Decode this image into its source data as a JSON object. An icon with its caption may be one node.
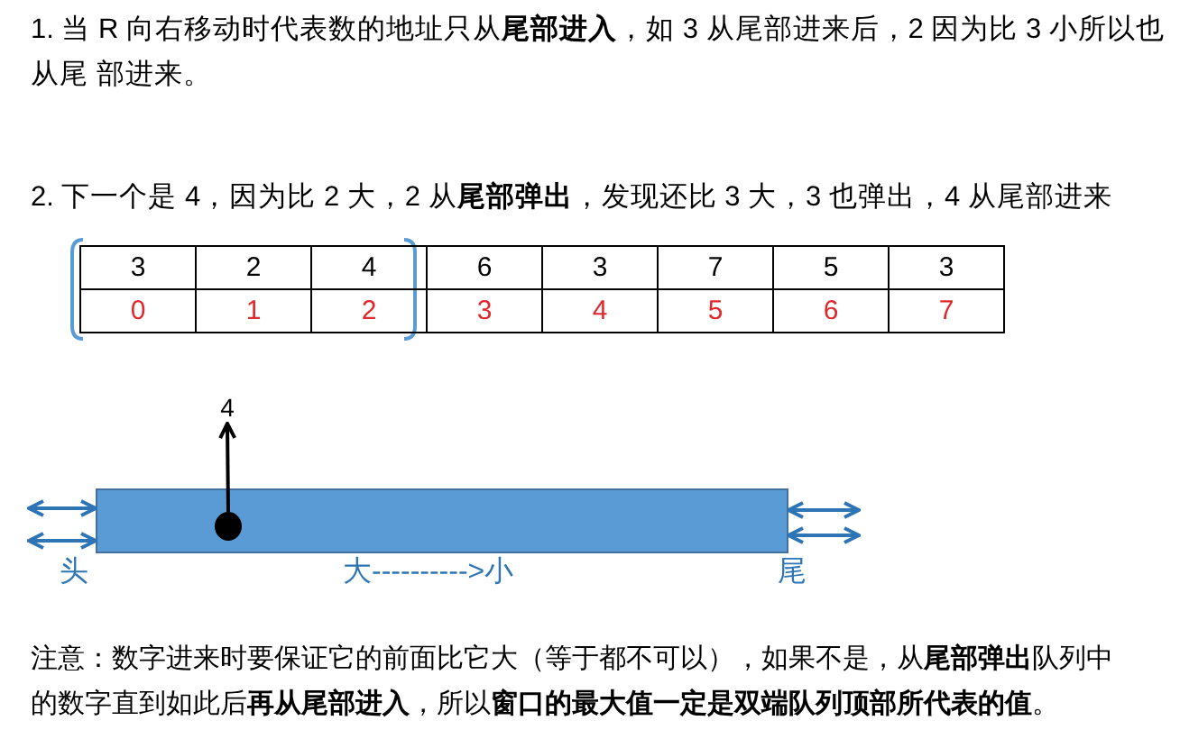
{
  "diagram": {
    "nodes": [
      {
        "text": [],
        "shape": "bar",
        "beside": [
          "头",
          "大---------->小",
          "尾"
        ]
      },
      {
        "text": [],
        "shape": "circle",
        "in": 0
      },
      {
        "text": [
          "4"
        ]
      }
    ],
    "edges": [
      {
        "from": 1,
        "to": 2,
        "arrow": "to",
        "color": "#000000"
      },
      {
        "from": null,
        "to": 0,
        "arrow": "both"
      },
      {
        "from": null,
        "to": 0,
        "arrow": "both"
      },
      {
        "from": null,
        "to": 0,
        "arrow": "both"
      },
      {
        "from": null,
        "to": 0,
        "arrow": "both"
      }
    ],
    "labels": [
      "1. 当 R 向右移动时代表数的地址只从**尾部进入**，如 3 从尾部进来后，2 因为比 3 小所以也从尾 部进来。",
      "2. 下一个是 4，因为比 2 大，2 从**尾部弹出**，发现还比 3 大，3 也弹出，4 从尾部进来",
      "3",
      "2",
      "4",
      "6",
      "3",
      "7",
      "5",
      "3",
      "0",
      "1",
      "2",
      "3",
      "4",
      "5",
      "6",
      "7",
      "注意：数字进来时要保证它的前面比它大（等于都不可以），如果不是，从**尾部弹出**队列中的数字直到如此后**再从尾部进入**，所以**窗口的最大值一定是双端队列顶部所代表的值**。"
    ]
  }
}
